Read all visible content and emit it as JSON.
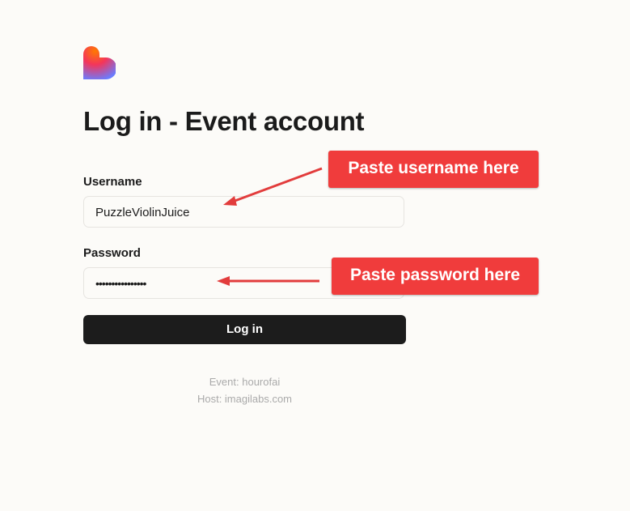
{
  "title": "Log in - Event account",
  "username": {
    "label": "Username",
    "value": "PuzzleViolinJuice"
  },
  "password": {
    "label": "Password",
    "value": "••••••••••••••••"
  },
  "login_button": "Log in",
  "footer": {
    "event": "Event: hourofai",
    "host": "Host: imagilabs.com"
  },
  "annotations": {
    "username": "Paste username here",
    "password": "Paste password here"
  },
  "colors": {
    "callout": "#f03c3c",
    "button": "#1c1c1c"
  }
}
